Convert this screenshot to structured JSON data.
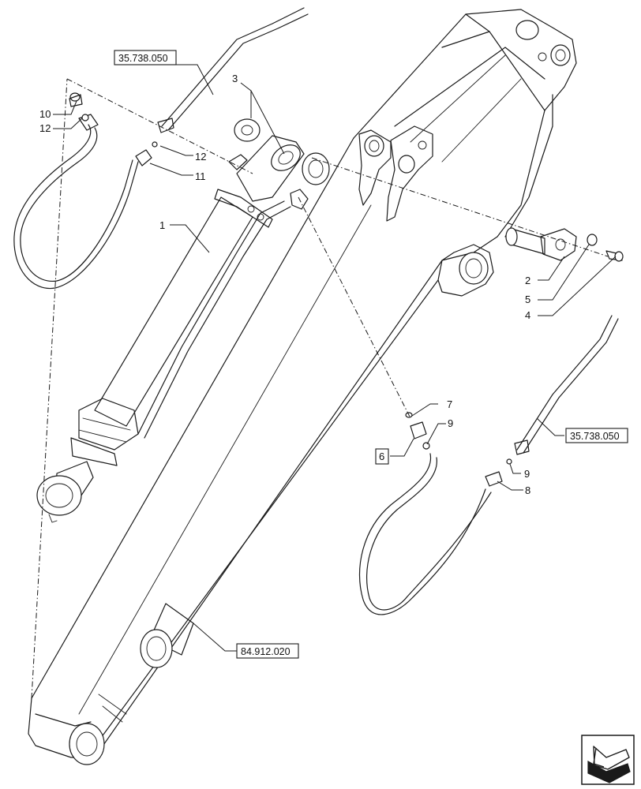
{
  "callouts": {
    "c1": "1",
    "c2": "2",
    "c3": "3",
    "c4": "4",
    "c5": "5",
    "c6": "6",
    "c7": "7",
    "c8": "8",
    "c9a": "9",
    "c9b": "9",
    "c10": "10",
    "c11": "11",
    "c12a": "12",
    "c12b": "12"
  },
  "references": {
    "ref_top_left": "35.738.050",
    "ref_right": "35.738.050",
    "ref_bottom": "84.912.020"
  },
  "icons": {
    "navigation": "arrow-down-left-icon"
  }
}
